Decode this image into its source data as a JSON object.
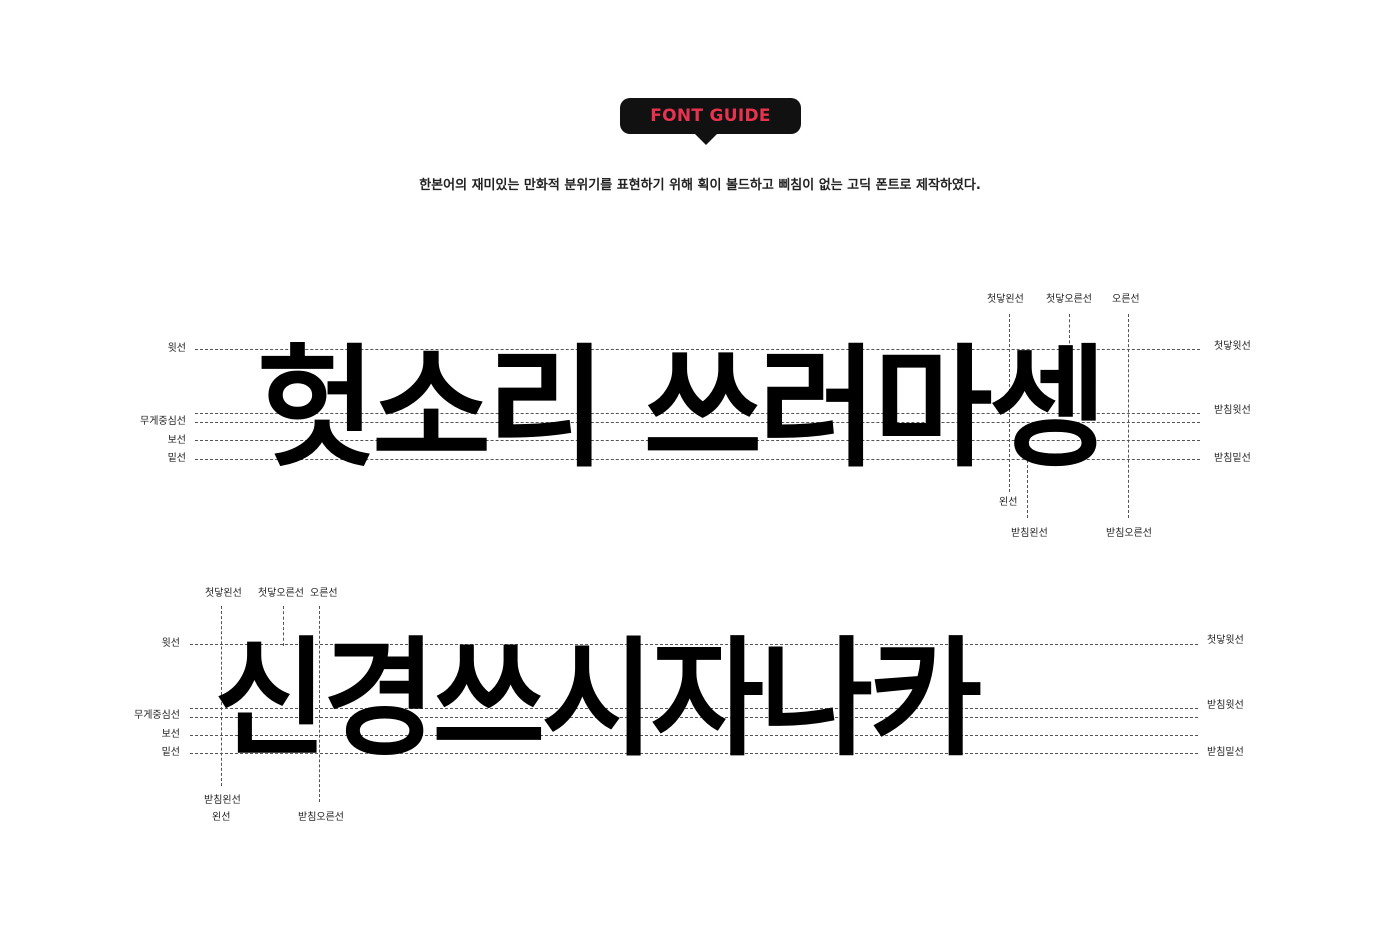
{
  "header": {
    "badge_label": "FONT GUIDE"
  },
  "description": "한본어의 재미있는 만화적 분위기를 표현하기 위해 획이 볼드하고 삐침이 없는 고딕 폰트로 제작하였다.",
  "sample1": {
    "text": "헛소리 쓰러마셍",
    "left_labels": {
      "top": "윗선",
      "weight": "무게중심선",
      "base": "보선",
      "bottom": "밑선"
    },
    "right_labels": {
      "first_top": "첫닿윗선",
      "batchim_top": "받침윗선",
      "batchim_bottom": "받침밑선"
    },
    "top_labels": {
      "first_left": "첫닿왼선",
      "first_right": "첫닿오른선",
      "right": "오른선"
    },
    "bottom_labels": {
      "left": "왼선",
      "batchim_left": "받침왼선",
      "batchim_right": "받침오른선"
    }
  },
  "sample2": {
    "text": "신경쓰시자나카",
    "left_labels": {
      "top": "윗선",
      "weight": "무게중심선",
      "base": "보선",
      "bottom": "밑선"
    },
    "right_labels": {
      "first_top": "첫닿윗선",
      "batchim_top": "받침윗선",
      "batchim_bottom": "받침밑선"
    },
    "top_labels": {
      "first_left": "첫닿왼선",
      "first_right": "첫닿오른선",
      "right": "오른선"
    },
    "bottom_labels": {
      "batchim_left": "받침왼선",
      "left": "왼선",
      "batchim_right": "받침오른선"
    }
  },
  "colors": {
    "accent": "#e8334f",
    "badge_bg": "#111111",
    "guide_line": "#555555",
    "glyph": "#000000"
  }
}
